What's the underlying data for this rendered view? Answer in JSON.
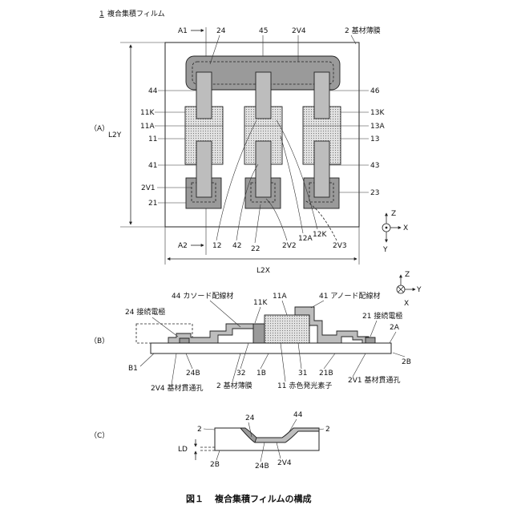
{
  "header": {
    "number": "1",
    "name": "複合集積フィルム"
  },
  "panel_a": {
    "tag": "（A）",
    "top_labels": {
      "a1": "A1",
      "n24": "24",
      "n45": "45",
      "n2v4": "2V4",
      "film": "2 基材薄膜"
    },
    "left_labels": [
      "44",
      "11K",
      "11A",
      "11",
      "41",
      "2V1",
      "21"
    ],
    "right_labels": [
      "46",
      "13K",
      "13A",
      "13",
      "43",
      "23"
    ],
    "bottom_labels": {
      "a2": "A2",
      "n12": "12",
      "n42": "42",
      "n22": "22",
      "n2v2": "2V2",
      "n12a": "12A",
      "n12k": "12K",
      "n2v3": "2V3"
    },
    "dim_y": "L2Y",
    "dim_x": "L2X",
    "axes": {
      "z": "Z",
      "x": "X",
      "y": "Y"
    }
  },
  "panel_b": {
    "tag": "（B）",
    "labels": {
      "cathode": "44 カソード配線材",
      "n11k": "11K",
      "n11a": "11A",
      "anode": "41 アノード配線材",
      "elec24": "24 接続電極",
      "elec21": "21 接続電極",
      "n2a": "2A",
      "n2b": "2B",
      "b1": "B1",
      "n24b": "24B",
      "n32": "32",
      "n1b": "1B",
      "n31": "31",
      "n21b": "21B",
      "via2v1": "2V1 基材貫通孔",
      "via2v4": "2V4 基材貫通孔",
      "film": "2 基材薄膜",
      "led": "11 赤色発光素子"
    },
    "axes": {
      "z": "Z",
      "x": "X",
      "y": "Y"
    }
  },
  "panel_c": {
    "tag": "（C）",
    "labels": {
      "n24": "24",
      "n44": "44",
      "n2_left": "2",
      "n2_right": "2",
      "ld": "LD",
      "n2b": "2B",
      "n24b": "24B",
      "n2v4": "2V4"
    }
  },
  "caption": {
    "fig": "図１",
    "text": "複合集積フィルムの構成"
  }
}
